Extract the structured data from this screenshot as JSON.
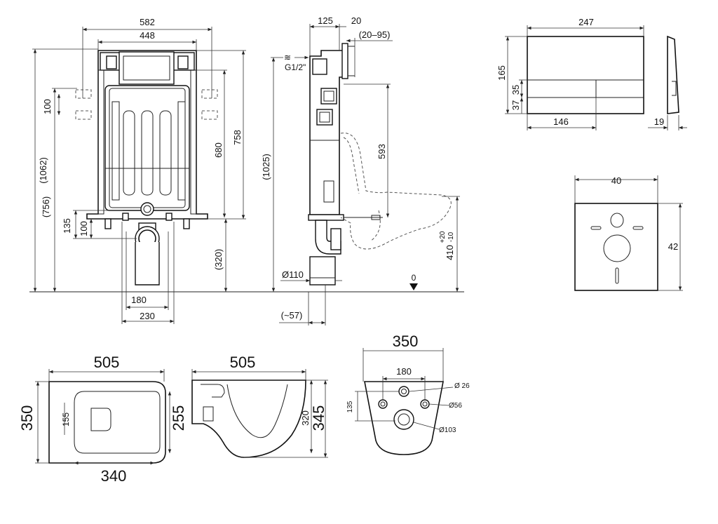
{
  "frame": {
    "w582": "582",
    "w448": "448",
    "h1062": "(1062)",
    "h756": "(756)",
    "h100a": "100",
    "h135": "135",
    "h100b": "100",
    "h680": "680",
    "h758": "758",
    "h320": "(320)",
    "w180": "180",
    "w230": "230"
  },
  "side": {
    "w125": "125",
    "w20": "20",
    "w2095": "(20–95)",
    "inlet": "G1/2\"",
    "h1025": "(1025)",
    "h593": "593",
    "h410": "410",
    "tol_plus": "+20",
    "tol_minus": "-10",
    "d110": "Ø110",
    "w57": "(~57)",
    "zero": "0"
  },
  "plate": {
    "w247": "247",
    "h165": "165",
    "h35": "35",
    "h37": "37",
    "w146": "146",
    "w19": "19"
  },
  "pad": {
    "w40": "40",
    "h42": "42"
  },
  "bowl_top": {
    "w505": "505",
    "h350": "350",
    "d155": "155",
    "w340": "340",
    "h255": "255"
  },
  "bowl_side": {
    "w505": "505",
    "h320": "320",
    "h345": "345"
  },
  "bowl_back": {
    "w350": "350",
    "w180": "180",
    "h135": "135",
    "d26": "Ø 26",
    "d56": "Ø56",
    "d103": "Ø103"
  }
}
